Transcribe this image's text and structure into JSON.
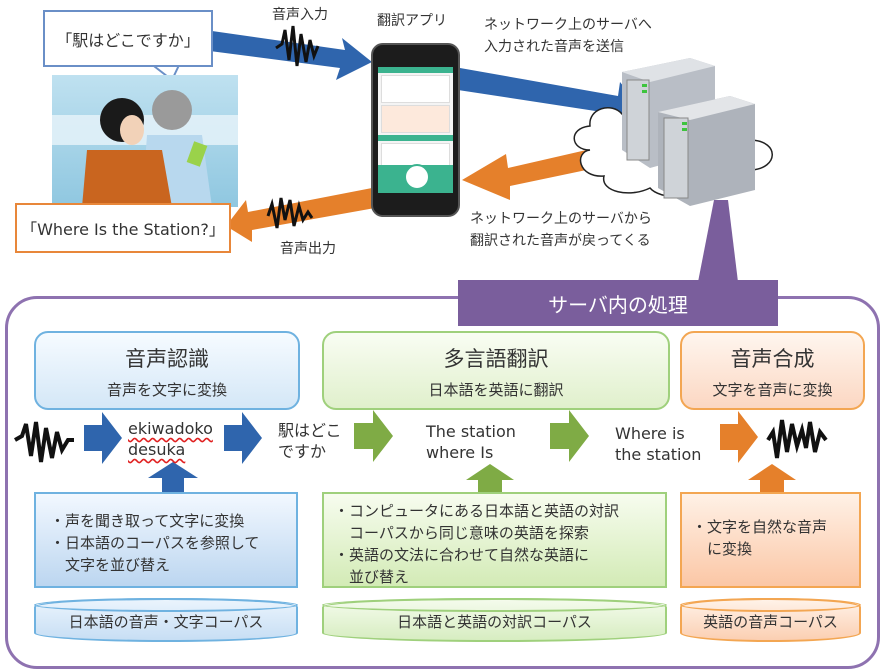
{
  "top": {
    "bubble_jp": "「駅はどこですか」",
    "bubble_en": "「Where Is the Station?」",
    "voice_input_label": "音声入力",
    "translation_app_label": "翻訳アプリ",
    "send_to_server_label": [
      "ネットワーク上のサーバへ",
      "入力された音声を送信"
    ],
    "return_from_server_label": [
      "ネットワーク上のサーバから",
      "翻訳された音声が戻ってくる"
    ],
    "voice_output_label": "音声出力"
  },
  "panel": {
    "title": "サーバ内の処理",
    "stages": [
      {
        "title": "音声認識",
        "subtitle": "音声を文字に変換",
        "description": [
          "・声を聞き取って文字に変換",
          "・日本語のコーパスを参照して",
          "文字を並び替え"
        ],
        "corpus": "日本語の音声・文字コーパス"
      },
      {
        "title": "多言語翻訳",
        "subtitle": "日本語を英語に翻訳",
        "description": [
          "・コンピュータにある日本語と英語の対訳",
          "コーパスから同じ意味の英語を探索",
          "・英語の文法に合わせて自然な英語に",
          "並び替え"
        ],
        "corpus": "日本語と英語の対訳コーパス"
      },
      {
        "title": "音声合成",
        "subtitle": "文字を音声に変換",
        "description": [
          "・文字を自然な音声",
          "に変換"
        ],
        "corpus": "英語の音声コーパス"
      }
    ],
    "flow": {
      "romaji": [
        "ekiwadoko",
        "desuka"
      ],
      "japanese": [
        "駅はどこ",
        "ですか"
      ],
      "literal_en": [
        "The station",
        "where Is"
      ],
      "natural_en": [
        "Where is",
        "the station"
      ]
    }
  },
  "colors": {
    "blue": "#2f65ad",
    "orange": "#e5802b",
    "green": "#7fab45",
    "purple": "#7a5e9c"
  }
}
